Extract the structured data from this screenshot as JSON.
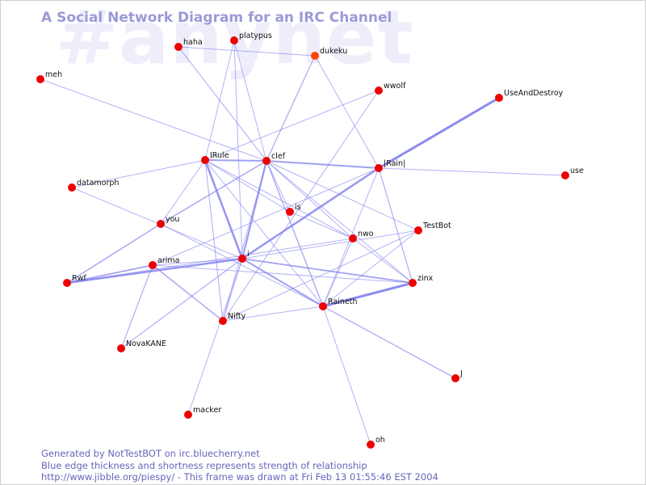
{
  "channel": "#anynet",
  "title": "A Social Network Diagram for an IRC Channel",
  "footer": {
    "line1": "Generated by NotTestBOT on irc.bluecherry.net",
    "line2": "Blue edge thickness and shortness represents strength of relationship",
    "line3": "http://www.jibble.org/piespy/ - This frame was drawn at Fri Feb 13 01:55:46 EST 2004"
  },
  "colors": {
    "node": "#ee0000",
    "node_alt": "#ff4400",
    "edge": "#8080ee",
    "title": "#9a9ad8",
    "watermark": "#eeeefb",
    "footer": "#6666bb"
  },
  "nodes": [
    {
      "id": "haha",
      "label": "haha"
    },
    {
      "id": "platypus",
      "label": "platypus"
    },
    {
      "id": "dukeku",
      "label": "dukeku",
      "alt": true
    },
    {
      "id": "meh",
      "label": "meh"
    },
    {
      "id": "wwolf",
      "label": "wwolf"
    },
    {
      "id": "UseAndDestroy",
      "label": "UseAndDestroy"
    },
    {
      "id": "IRule",
      "label": "IRule"
    },
    {
      "id": "clef",
      "label": "clef"
    },
    {
      "id": "Rain",
      "label": "|Rain|"
    },
    {
      "id": "use",
      "label": "use"
    },
    {
      "id": "datamorph",
      "label": "datamorph"
    },
    {
      "id": "is",
      "label": "is"
    },
    {
      "id": "you",
      "label": "you"
    },
    {
      "id": "TestBot",
      "label": "TestBot"
    },
    {
      "id": "nwo",
      "label": "nwo"
    },
    {
      "id": "arima",
      "label": "arima"
    },
    {
      "id": "i",
      "label": "i"
    },
    {
      "id": "Rwf",
      "label": "Rwf"
    },
    {
      "id": "zinx",
      "label": "zinx"
    },
    {
      "id": "Raineth",
      "label": "Raineth"
    },
    {
      "id": "Nifty",
      "label": "Nifty"
    },
    {
      "id": "NovaKANE",
      "label": "NovaKANE"
    },
    {
      "id": "J",
      "label": "J"
    },
    {
      "id": "macker",
      "label": "macker"
    },
    {
      "id": "oh",
      "label": "oh"
    }
  ],
  "edges": [
    [
      "Rain",
      "UseAndDestroy",
      3
    ],
    [
      "Raineth",
      "zinx",
      3
    ],
    [
      "i",
      "Rain",
      2.5
    ],
    [
      "i",
      "Rwf",
      2.5
    ],
    [
      "IRule",
      "i",
      2.5
    ],
    [
      "clef",
      "i",
      2.2
    ],
    [
      "IRule",
      "clef",
      2
    ],
    [
      "clef",
      "Rain",
      2
    ],
    [
      "i",
      "Raineth",
      2
    ],
    [
      "i",
      "zinx",
      1.8
    ],
    [
      "arima",
      "Rwf",
      1.8
    ],
    [
      "Rwf",
      "you",
      1.5
    ],
    [
      "you",
      "clef",
      1.5
    ],
    [
      "clef",
      "dukeku",
      1.3
    ],
    [
      "clef",
      "Raineth",
      1.4
    ],
    [
      "Rain",
      "zinx",
      1.2
    ],
    [
      "Raineth",
      "J",
      1.3
    ],
    [
      "arima",
      "Nifty",
      1.5
    ],
    [
      "arima",
      "NovaKANE",
      1.2
    ],
    [
      "i",
      "NovaKANE",
      1.2
    ],
    [
      "IRule",
      "Nifty",
      1.1
    ],
    [
      "haha",
      "clef",
      1.1
    ],
    [
      "dukeku",
      "Rain",
      1
    ],
    [
      "platypus",
      "clef",
      1
    ],
    [
      "platypus",
      "IRule",
      1
    ],
    [
      "haha",
      "dukeku",
      1
    ],
    [
      "meh",
      "clef",
      1
    ],
    [
      "IRule",
      "datamorph",
      1
    ],
    [
      "IRule",
      "you",
      1
    ],
    [
      "IRule",
      "Raineth",
      1
    ],
    [
      "IRule",
      "nwo",
      1
    ],
    [
      "IRule",
      "is",
      1
    ],
    [
      "clef",
      "is",
      1
    ],
    [
      "clef",
      "nwo",
      1
    ],
    [
      "clef",
      "TestBot",
      1
    ],
    [
      "clef",
      "Nifty",
      1
    ],
    [
      "clef",
      "zinx",
      1
    ],
    [
      "Rain",
      "use",
      1
    ],
    [
      "Rain",
      "Raineth",
      1
    ],
    [
      "Rain",
      "arima",
      1
    ],
    [
      "wwolf",
      "IRule",
      1
    ],
    [
      "wwolf",
      "Nifty",
      1
    ],
    [
      "datamorph",
      "i",
      1
    ],
    [
      "you",
      "Raineth",
      1
    ],
    [
      "is",
      "nwo",
      1
    ],
    [
      "TestBot",
      "i",
      1
    ],
    [
      "TestBot",
      "Raineth",
      1
    ],
    [
      "TestBot",
      "Nifty",
      1
    ],
    [
      "nwo",
      "Raineth",
      1
    ],
    [
      "nwo",
      "Rwf",
      1
    ],
    [
      "nwo",
      "zinx",
      1
    ],
    [
      "arima",
      "zinx",
      1
    ],
    [
      "arima",
      "i",
      1
    ],
    [
      "Nifty",
      "Raineth",
      1
    ],
    [
      "Nifty",
      "i",
      1
    ],
    [
      "i",
      "macker",
      1
    ],
    [
      "Raineth",
      "oh",
      1
    ],
    [
      "platypus",
      "i",
      1
    ]
  ]
}
